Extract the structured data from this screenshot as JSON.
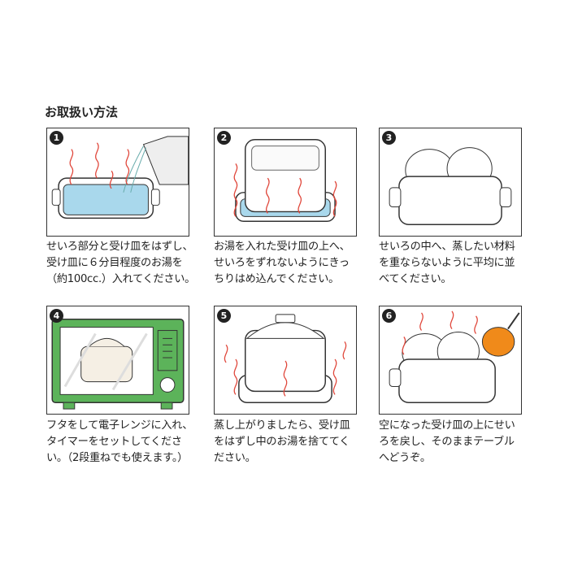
{
  "title": "お取扱い方法",
  "colors": {
    "steam": "#e0463a",
    "water": "#a9d8ec",
    "microwave": "#5cb35a",
    "pot": "#f08a1a"
  },
  "steps": [
    {
      "number": "1",
      "lines": [
        "せいろ部分と受け皿をはずし、",
        "受け皿に６分目程度のお湯を",
        "（約100cc.）入れてください。"
      ]
    },
    {
      "number": "2",
      "lines": [
        "お湯を入れた受け皿の上へ、",
        "せいろをずれないようにきっ",
        "ちりはめ込んでください。"
      ]
    },
    {
      "number": "3",
      "lines": [
        "せいろの中へ、蒸したい材料",
        "を重ならないように平均に並",
        "べてください。"
      ]
    },
    {
      "number": "4",
      "lines": [
        "フタをして電子レンジに入れ、",
        "タイマーをセットしてくださ",
        "い。（2段重ねでも使えます。）"
      ]
    },
    {
      "number": "5",
      "lines": [
        "蒸し上がりましたら、受け皿",
        "をはずし中のお湯を捨ててく",
        "ださい。"
      ]
    },
    {
      "number": "6",
      "lines": [
        "空になった受け皿の上にせい",
        "ろを戻し、そのままテーブル",
        "へどうぞ。"
      ]
    }
  ]
}
